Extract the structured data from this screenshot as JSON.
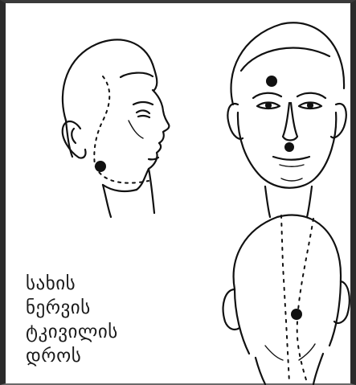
{
  "caption": {
    "line1": "სახის",
    "line2": "ნერვის",
    "line3": "ტკივილის",
    "line4": "დროს"
  },
  "figures": [
    {
      "view": "side-profile-head",
      "marker": "jaw-point"
    },
    {
      "view": "front-face",
      "marker": "forehead-point"
    },
    {
      "view": "back-of-head",
      "marker": "neck-point"
    }
  ],
  "colors": {
    "ink": "#111111",
    "frame": "#2b2b2b",
    "background": "#ffffff"
  }
}
